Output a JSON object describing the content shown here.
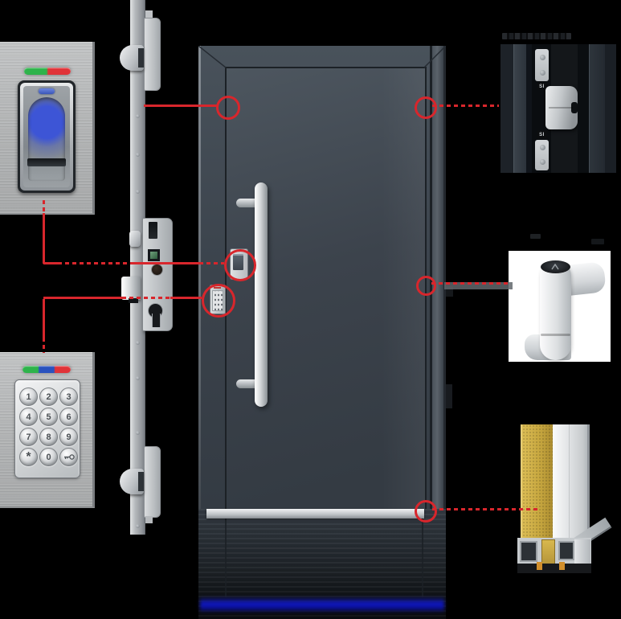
{
  "diagram": {
    "subject": "entry-door-components-exploded-diagram",
    "background": "#000000"
  },
  "colors": {
    "accent_red": "#d8262c",
    "door_panel": "#3c434c",
    "door_frame": "#3a424b",
    "brushed_steel": "#b5b8ba",
    "gold_insulation": "#c9a845",
    "bottom_glow_blue": "#1019c8",
    "led_green": "#2eb34b",
    "led_red": "#e03338",
    "led_blue": "#2a52be"
  },
  "fingerprint_reader": {
    "led_colors": [
      "#2eb34b",
      "#e03338"
    ],
    "sensor_glow": "#3d55d6"
  },
  "keypad": {
    "led_colors": [
      "#2eb34b",
      "#2a52be",
      "#e03338"
    ],
    "buttons": [
      "1",
      "2",
      "3",
      "4",
      "5",
      "6",
      "7",
      "8",
      "9",
      "*",
      "0"
    ],
    "key_button_icon": "key-icon"
  },
  "concealed_hinge": {
    "plate_labels": [
      "SI",
      "SI"
    ]
  },
  "callout_circles": {
    "count": 6
  }
}
